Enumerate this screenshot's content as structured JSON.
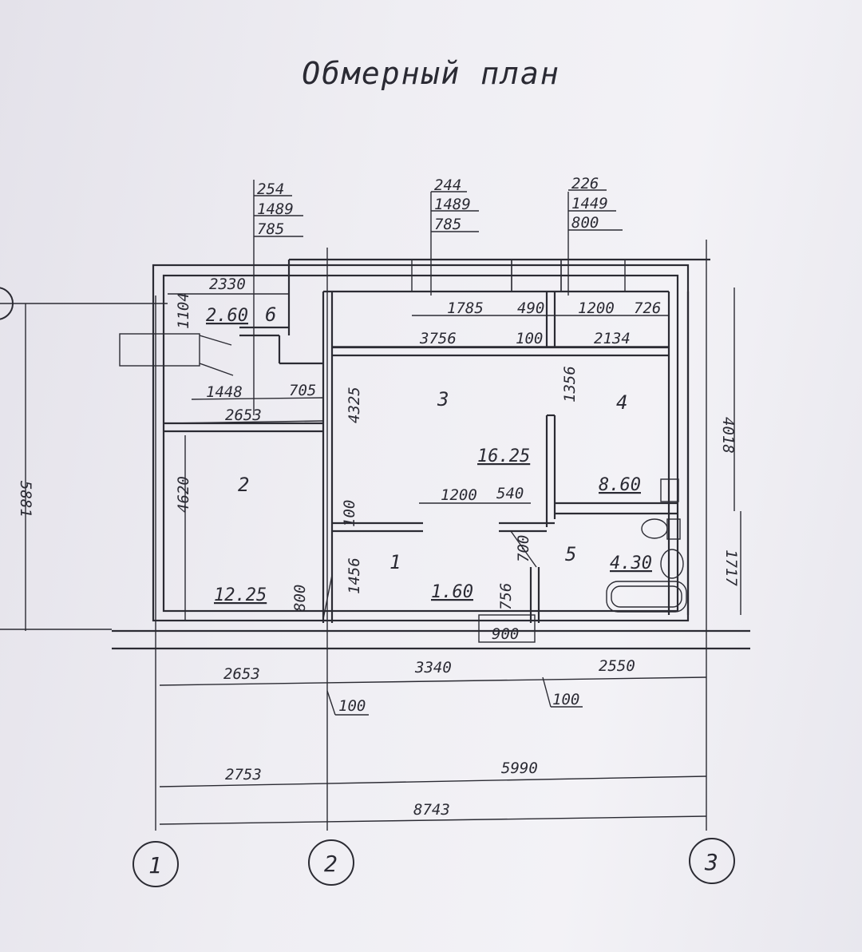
{
  "title": "Обмерный план",
  "windows": [
    {
      "lines": [
        "254",
        "1489",
        "785"
      ]
    },
    {
      "lines": [
        "244",
        "1489",
        "785"
      ]
    },
    {
      "lines": [
        "226",
        "1449",
        "800"
      ]
    }
  ],
  "rooms": [
    {
      "num": "1",
      "area": "1.60"
    },
    {
      "num": "2",
      "area": "12.25"
    },
    {
      "num": "3",
      "area": "16.25"
    },
    {
      "num": "4",
      "area": "8.60"
    },
    {
      "num": "5",
      "area": "4.30"
    },
    {
      "num": "6",
      "area": "2.60"
    }
  ],
  "dims": {
    "d2330": "2330",
    "d1104": "1104",
    "d1785": "1785",
    "d490": "490",
    "d1200a": "1200",
    "d726": "726",
    "d3756": "3756",
    "d100a": "100",
    "d2134": "2134",
    "d1448": "1448",
    "d705": "705",
    "d2653a": "2653",
    "d4325": "4325",
    "d1356": "1356",
    "d4018": "4018",
    "d5881": "5881",
    "d4620": "4620",
    "d1200b": "1200",
    "d540": "540",
    "d100b": "100",
    "d700": "700",
    "d1456": "1456",
    "d800": "800",
    "d756": "756",
    "d1717": "1717",
    "d900": "900",
    "d2653b": "2653",
    "d3340": "3340",
    "d2550": "2550",
    "d100c": "100",
    "d100d": "100",
    "d2753": "2753",
    "d5990": "5990",
    "d8743": "8743"
  },
  "axes": [
    "1",
    "2",
    "3"
  ]
}
